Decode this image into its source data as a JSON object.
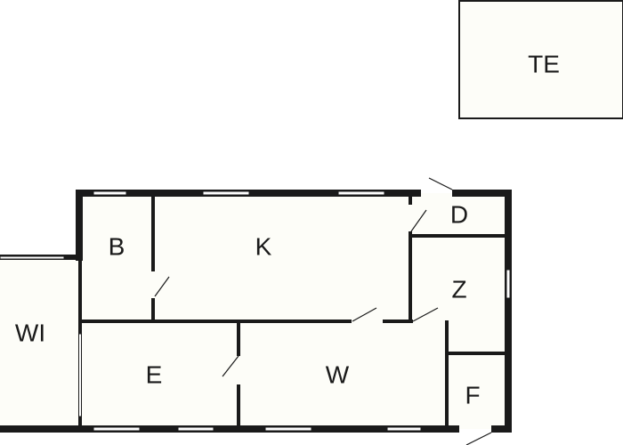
{
  "colors": {
    "wall": "#1a1a1a",
    "floor": "#fdfdf8",
    "window": "#ffffff"
  },
  "rooms": {
    "te": "TE",
    "b": "B",
    "k": "K",
    "d": "D",
    "z": "Z",
    "wi": "WI",
    "e": "E",
    "w": "W",
    "f": "F"
  }
}
